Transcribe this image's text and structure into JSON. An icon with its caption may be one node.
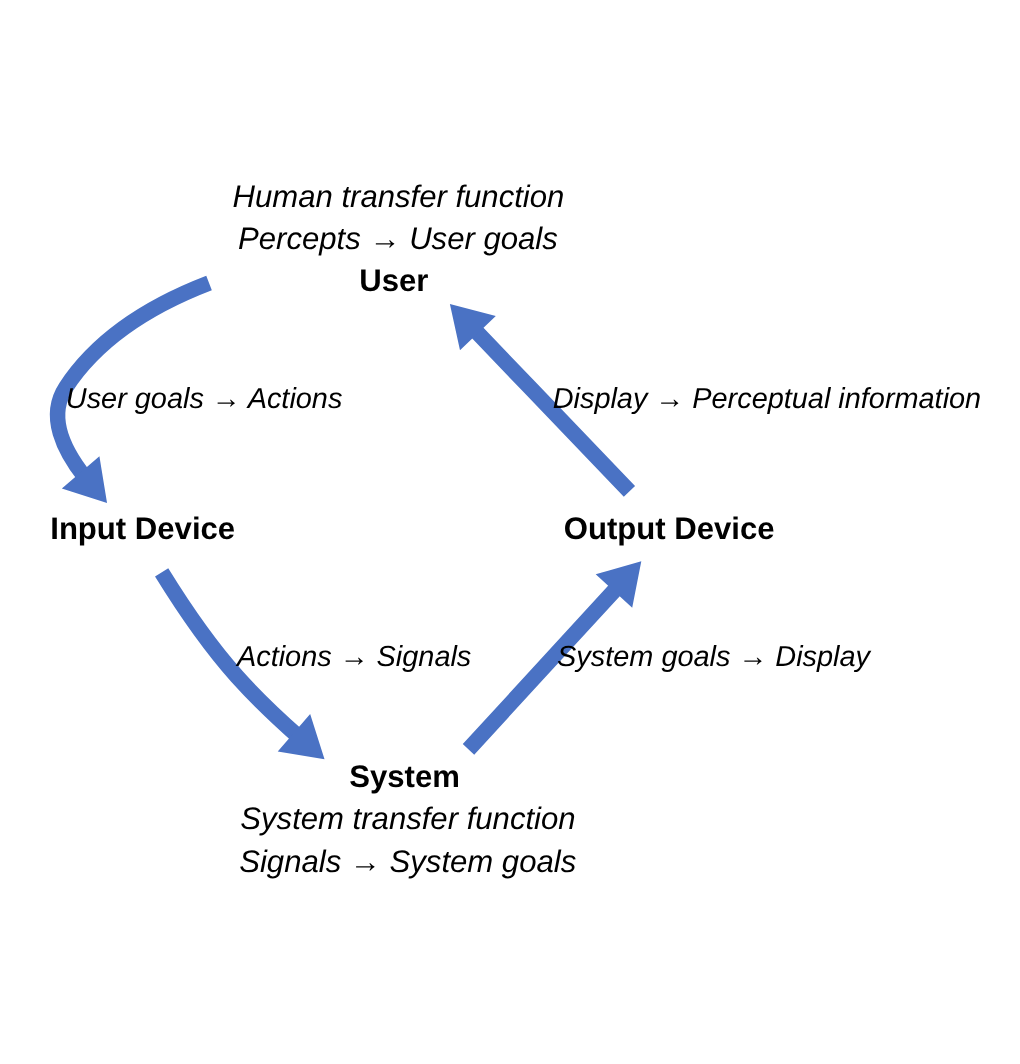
{
  "diagram": {
    "nodes": [
      {
        "text": [
          "User"
        ],
        "beside": [
          "Human transfer function",
          "Percepts → User goals"
        ]
      },
      {
        "text": [
          "Input Device"
        ]
      },
      {
        "text": [
          "System"
        ],
        "beside": [
          "System transfer function",
          "Signals → System goals"
        ]
      },
      {
        "text": [
          "Output Device"
        ]
      }
    ],
    "edges": [
      {
        "from": 0,
        "to": 1,
        "arrow": "to",
        "label": "User goals → Actions"
      },
      {
        "from": 1,
        "to": 2,
        "arrow": "to",
        "label": "Actions → Signals"
      },
      {
        "from": 2,
        "to": 3,
        "arrow": "to",
        "label": "System goals → Display"
      },
      {
        "from": 3,
        "to": 0,
        "arrow": "to",
        "label": "Display → Perceptual information"
      }
    ]
  }
}
